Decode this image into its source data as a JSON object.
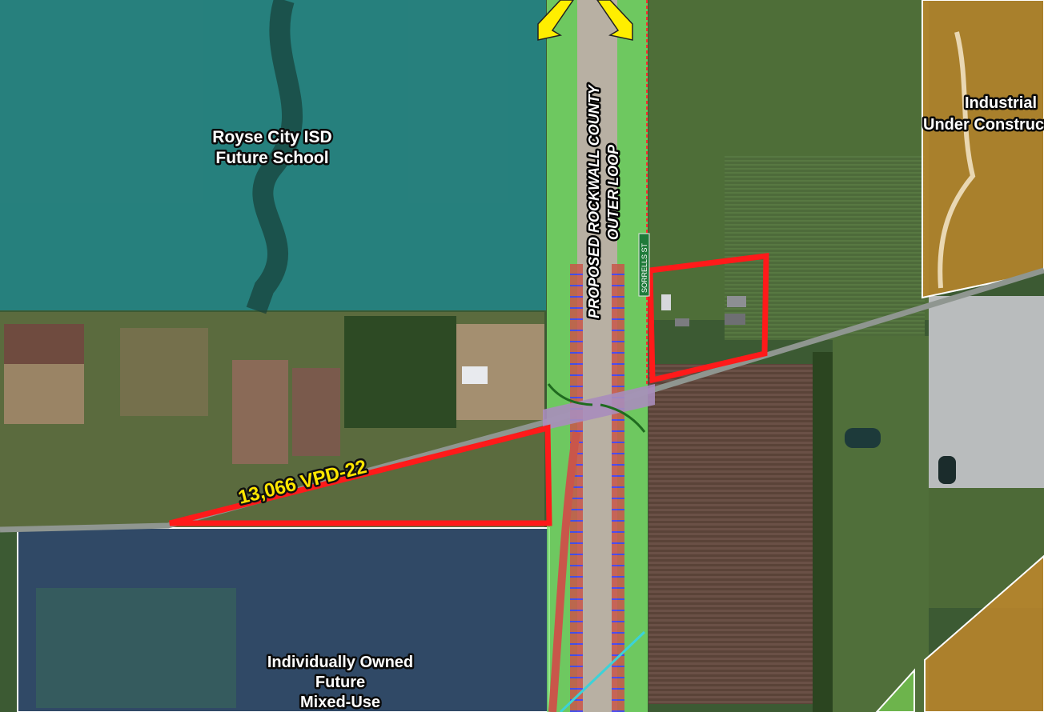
{
  "labels": {
    "school_line1": "Royse City ISD",
    "school_line2": "Future School",
    "industrial_line1": "Industrial",
    "industrial_line2": "Under Construction",
    "mixed_line1": "Individually Owned",
    "mixed_line2": "Future",
    "mixed_line3": "Mixed-Use",
    "loop_line1": "PROPOSED ROCKWALL COUNTY",
    "loop_line2": "OUTER LOOP",
    "traffic_count": "13,066 VPD-22",
    "street_sign": "SORRELLS ST"
  },
  "colors": {
    "school_overlay": "#1f8f9a",
    "mixed_overlay": "#2a3f86",
    "industrial_overlay": "#c88a2a",
    "highlight_outline": "#ff1a1a",
    "loop_corridor": "#7be36b",
    "loop_ramp": "#d9534f",
    "direction_arrow": "#ffee00",
    "traffic_count_text": "#ffe600"
  },
  "icons": [
    "direction-arrow-icon",
    "street-sign-icon"
  ]
}
